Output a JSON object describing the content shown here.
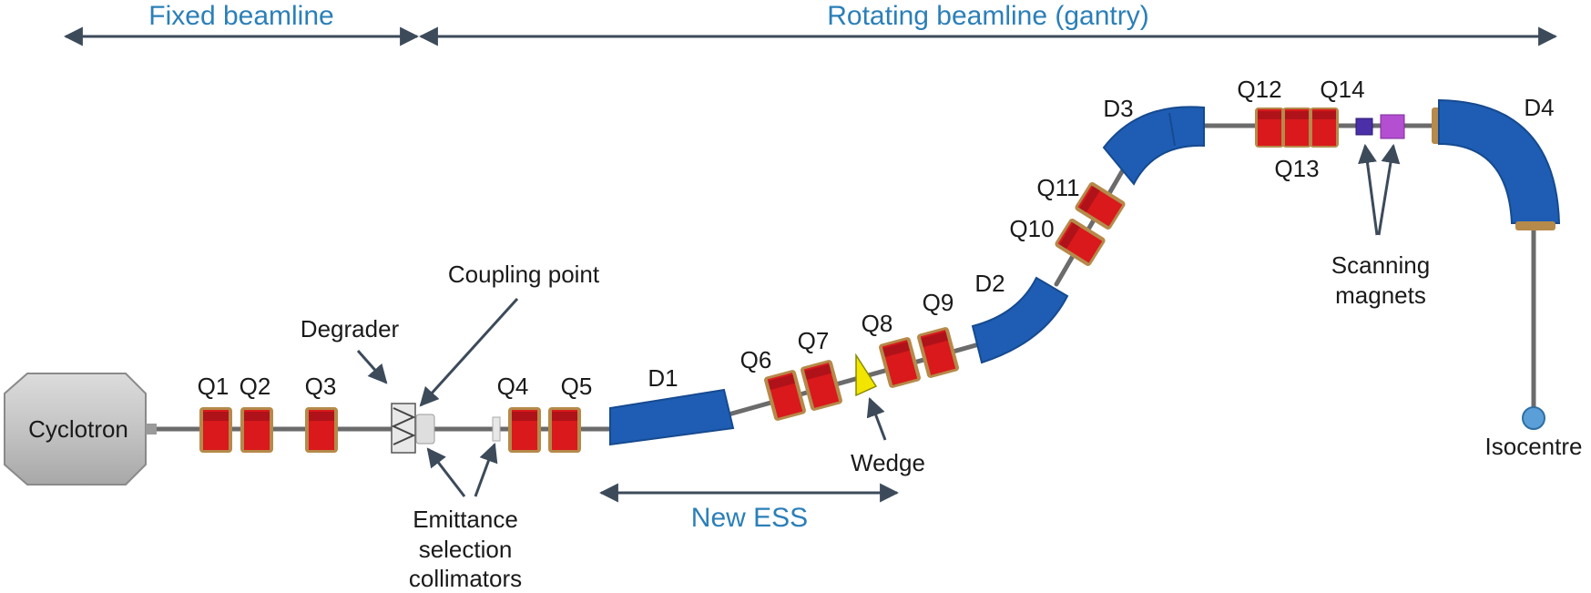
{
  "sections": {
    "fixed": "Fixed beamline",
    "rotating": "Rotating beamline (gantry)",
    "new_ess": "New ESS"
  },
  "components": {
    "cyclotron": "Cyclotron",
    "degrader": "Degrader",
    "coupling_point": "Coupling point",
    "emittance_line1": "Emittance",
    "emittance_line2": "selection",
    "emittance_line3": "collimators",
    "wedge": "Wedge",
    "scanning_line1": "Scanning",
    "scanning_line2": "magnets",
    "isocentre": "Isocentre"
  },
  "dipoles": [
    "D1",
    "D2",
    "D3",
    "D4"
  ],
  "quadrupoles": [
    "Q1",
    "Q2",
    "Q3",
    "Q4",
    "Q5",
    "Q6",
    "Q7",
    "Q8",
    "Q9",
    "Q10",
    "Q11",
    "Q12",
    "Q13",
    "Q14"
  ],
  "colors": {
    "section_text": "#2b7fb8",
    "dipole": "#1e5db3",
    "quadrupole": "#d9191b",
    "wedge": "#f2e600",
    "scanning_magnet_1": "#4a2fa8",
    "scanning_magnet_2": "#b44fd1",
    "isocentre": "#5b9fd9",
    "cyclotron": "#c8c8c8"
  }
}
